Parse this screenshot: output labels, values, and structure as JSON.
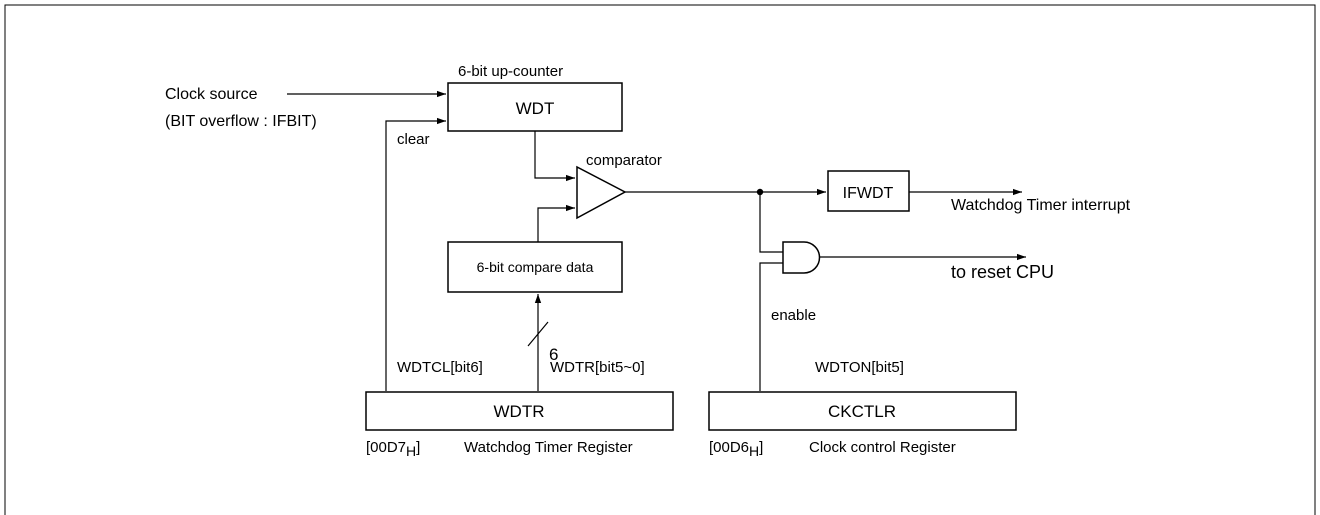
{
  "counter": {
    "caption": "6-bit up-counter",
    "name": "WDT"
  },
  "clock": {
    "source": "Clock source",
    "overflow": "(BIT overflow : IFBIT)"
  },
  "clear_label": "clear",
  "comparator_label": "comparator",
  "compare_data_label": "6-bit compare data",
  "bus_width": "6",
  "interrupt": {
    "flag": "IFWDT",
    "output": "Watchdog Timer interrupt"
  },
  "reset_output": "to reset CPU",
  "enable_label": "enable",
  "wdtr_reg": {
    "bit6_label": "WDTCL[bit6]",
    "bits_label": "WDTR[bit5~0]",
    "name": "WDTR",
    "addr_main": "[00D7",
    "addr_sub": "H",
    "addr_close": "]",
    "description": "Watchdog Timer Register"
  },
  "ckctlr_reg": {
    "bit5_label": "WDTON[bit5]",
    "name": "CKCTLR",
    "addr_main": "[00D6",
    "addr_sub": "H",
    "addr_close": "]",
    "description": "Clock control Register"
  }
}
